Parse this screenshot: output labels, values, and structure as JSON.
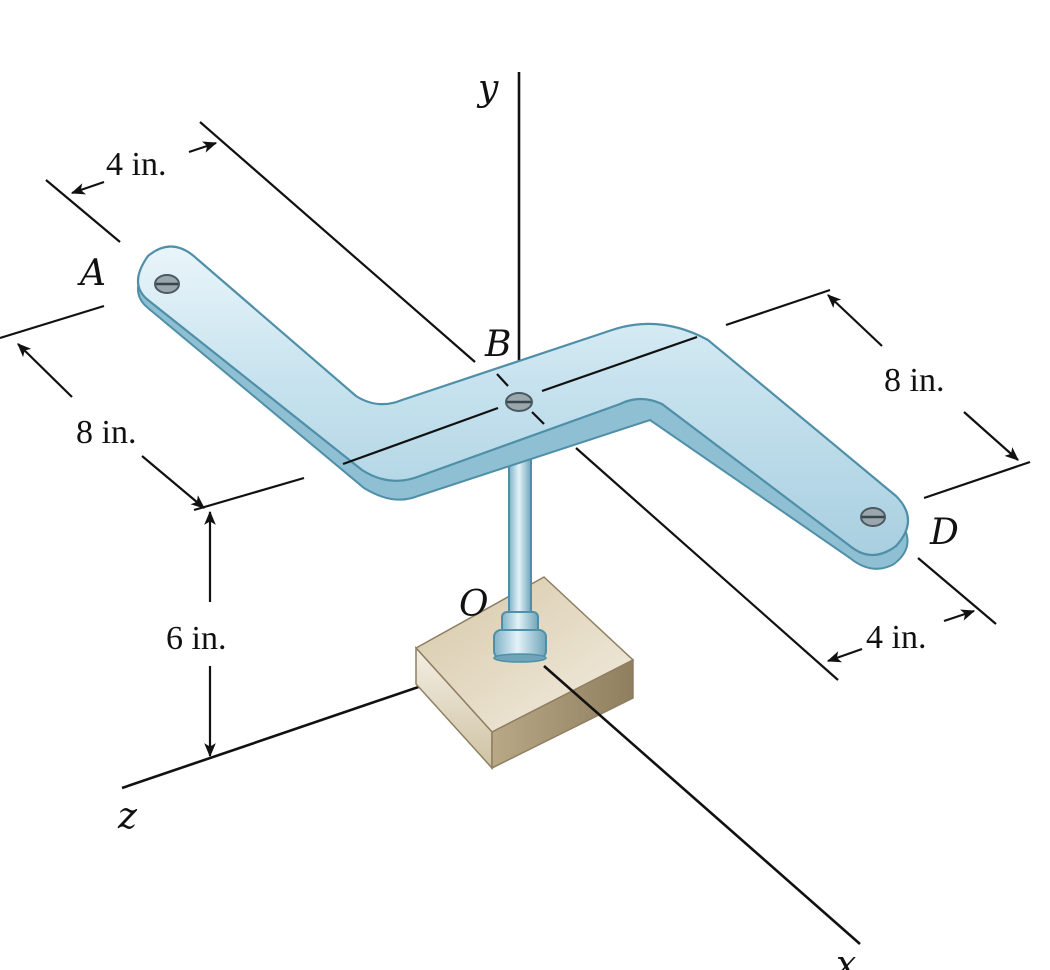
{
  "points": {
    "A": "A",
    "B": "B",
    "D": "D",
    "O": "O"
  },
  "axes": {
    "x": "x",
    "y": "y",
    "z": "z"
  },
  "dimensions": {
    "top_left": "4 in.",
    "left": "8 in.",
    "height": "6 in.",
    "right": "8 in.",
    "bottom_right": "4 in."
  },
  "colors": {
    "bar_fill": "#c9e3ee",
    "bar_edge": "#4f8fa8",
    "block_top": "#e6dcc8",
    "block_side": "#b5a585",
    "rod": "#9ccbdc"
  }
}
